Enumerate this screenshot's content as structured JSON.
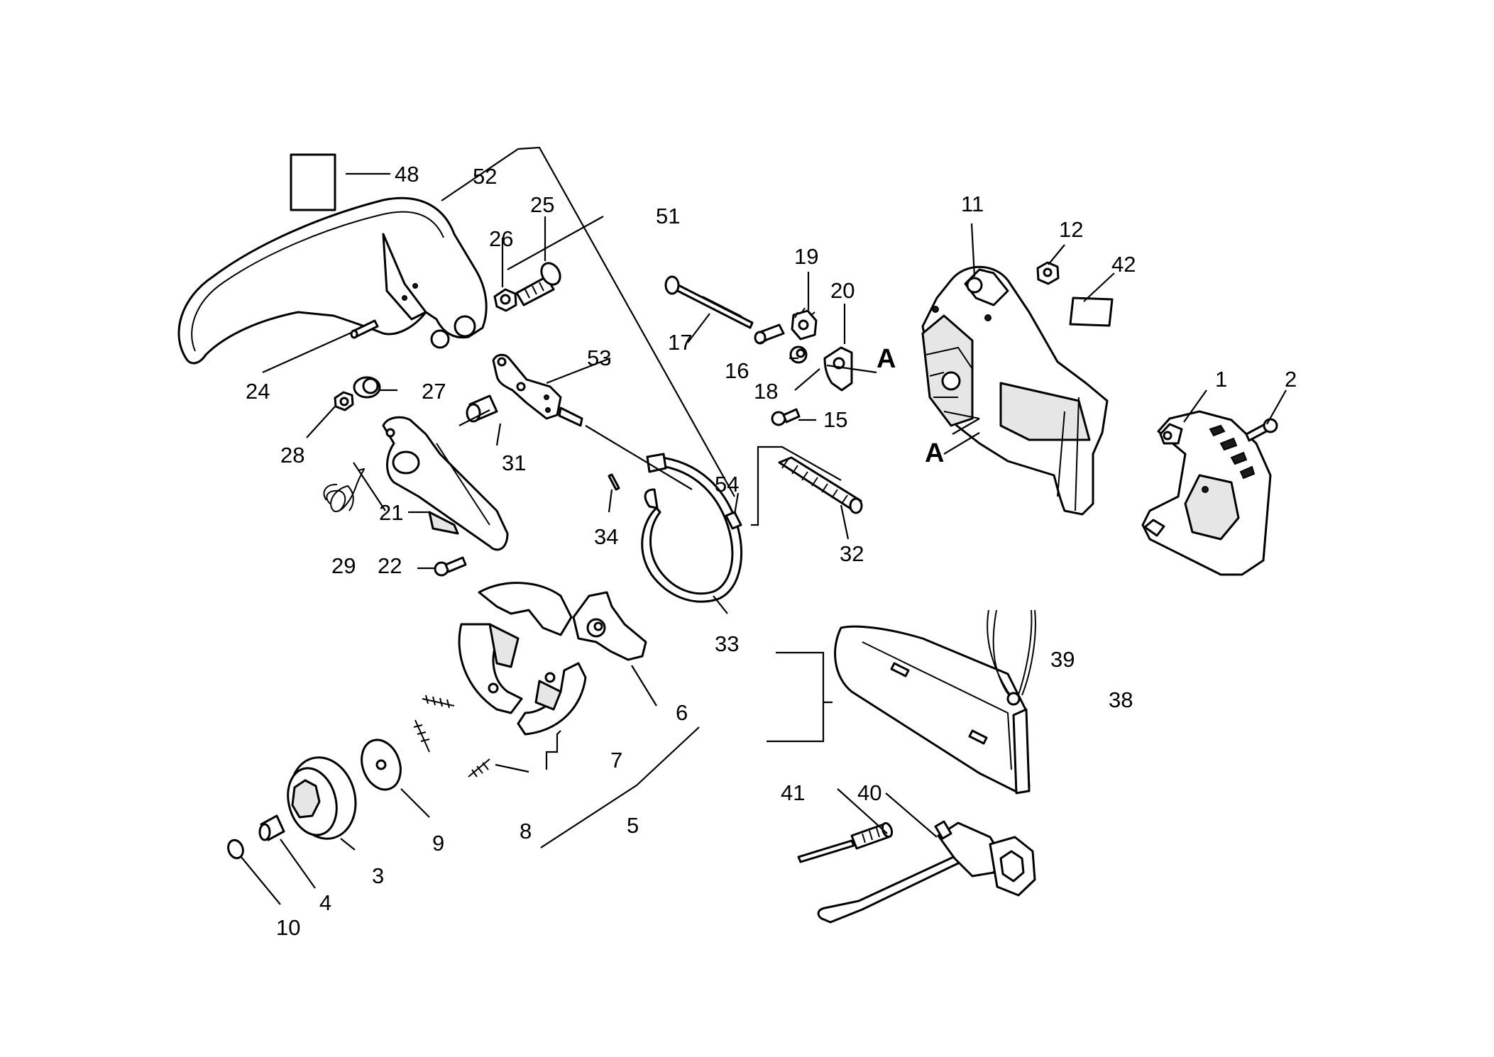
{
  "diagram": {
    "part_numbers": {
      "p1": "1",
      "p2": "2",
      "p3": "3",
      "p4": "4",
      "p5": "5",
      "p6": "6",
      "p7": "7",
      "p8": "8",
      "p9": "9",
      "p10": "10",
      "p11": "11",
      "p12": "12",
      "p15": "15",
      "p16": "16",
      "p17": "17",
      "p18": "18",
      "p19": "19",
      "p20": "20",
      "p21": "21",
      "p22": "22",
      "p24": "24",
      "p25": "25",
      "p26": "26",
      "p27": "27",
      "p28": "28",
      "p29": "29",
      "p31": "31",
      "p32": "32",
      "p33": "33",
      "p34": "34",
      "p38": "38",
      "p39": "39",
      "p40": "40",
      "p41": "41",
      "p42": "42",
      "p48": "48",
      "p51": "51",
      "p52": "52",
      "p53": "53",
      "p54": "54"
    },
    "callouts": {
      "a_top": "A",
      "a_bottom": "A"
    }
  }
}
